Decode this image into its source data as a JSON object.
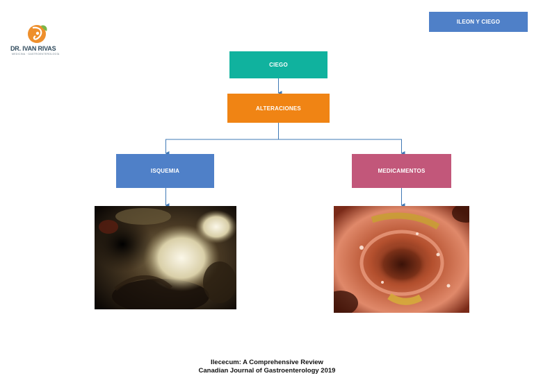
{
  "header": {
    "tag_label": "ILEON Y CIEGO",
    "logo_name": "DR. IVAN RIVAS",
    "logo_subtitle": "MEDICINA · GASTROENTEROLOGÍA"
  },
  "diagram": {
    "root_label": "CIEGO",
    "middle_label": "ALTERACIONES",
    "left_label": "ISQUEMIA",
    "right_label": "MEDICAMENTOS"
  },
  "colors": {
    "tag_blue": "#4f80c8",
    "root_teal": "#10b29e",
    "middle_orange": "#f08414",
    "left_blue": "#4f80c8",
    "right_rose": "#c2577a",
    "connector_blue": "#3f78b5",
    "logo_orange": "#ee8f2c",
    "logo_green": "#7ab648"
  },
  "footer": {
    "line1": "Ilececum: A Comprehensive Review",
    "line2": "Canadian Journal of Gastroenterology 2019"
  }
}
